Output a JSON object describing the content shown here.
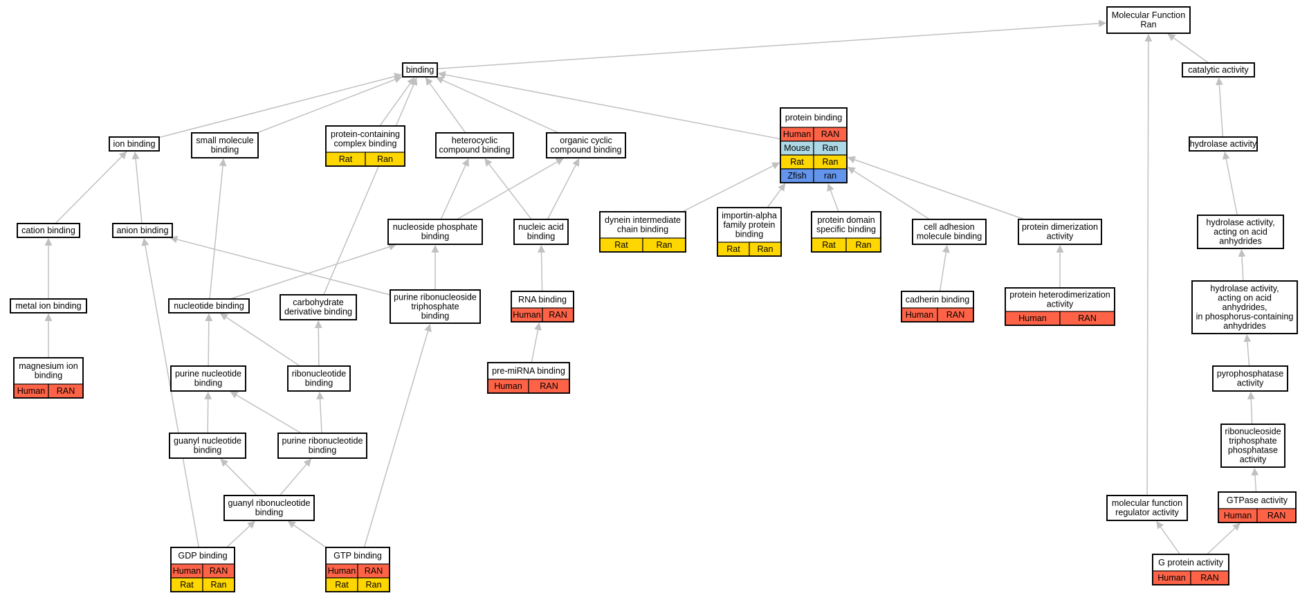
{
  "colors": {
    "Human": "#ff6347",
    "Rat": "#ffd700",
    "Mouse": "#add8e6",
    "Zfish": "#6495ed",
    "edge": "#c0c0c0"
  },
  "nodes": [
    {
      "id": "mf",
      "lines": [
        "Molecular Function",
        "Ran"
      ],
      "annot": []
    },
    {
      "id": "binding",
      "lines": [
        "binding"
      ],
      "annot": []
    },
    {
      "id": "catalytic",
      "lines": [
        "catalytic activity"
      ],
      "annot": []
    },
    {
      "id": "protein_binding",
      "lines": [
        "protein binding"
      ],
      "annot": [
        [
          "Human",
          "RAN"
        ],
        [
          "Mouse",
          "Ran"
        ],
        [
          "Rat",
          "Ran"
        ],
        [
          "Zfish",
          "ran"
        ]
      ]
    },
    {
      "id": "ion_binding",
      "lines": [
        "ion binding"
      ],
      "annot": []
    },
    {
      "id": "small_molecule",
      "lines": [
        "small molecule",
        "binding"
      ],
      "annot": []
    },
    {
      "id": "protein_complex",
      "lines": [
        "protein-containing",
        "complex binding"
      ],
      "annot": [
        [
          "Rat",
          "Ran"
        ]
      ]
    },
    {
      "id": "heterocyclic",
      "lines": [
        "heterocyclic",
        "compound binding"
      ],
      "annot": []
    },
    {
      "id": "organic_cyclic",
      "lines": [
        "organic cyclic",
        "compound binding"
      ],
      "annot": []
    },
    {
      "id": "hydrolase",
      "lines": [
        "hydrolase activity"
      ],
      "annot": []
    },
    {
      "id": "cation",
      "lines": [
        "cation binding"
      ],
      "annot": []
    },
    {
      "id": "anion",
      "lines": [
        "anion binding"
      ],
      "annot": []
    },
    {
      "id": "nucleoside_phosphate",
      "lines": [
        "nucleoside phosphate",
        "binding"
      ],
      "annot": []
    },
    {
      "id": "nucleic_acid",
      "lines": [
        "nucleic acid",
        "binding"
      ],
      "annot": []
    },
    {
      "id": "dynein",
      "lines": [
        "dynein intermediate",
        "chain binding"
      ],
      "annot": [
        [
          "Rat",
          "Ran"
        ]
      ]
    },
    {
      "id": "importin",
      "lines": [
        "importin-alpha",
        "family protein",
        "binding"
      ],
      "annot": [
        [
          "Rat",
          "Ran"
        ]
      ]
    },
    {
      "id": "protein_domain",
      "lines": [
        "protein domain",
        "specific binding"
      ],
      "annot": [
        [
          "Rat",
          "Ran"
        ]
      ]
    },
    {
      "id": "cell_adhesion",
      "lines": [
        "cell adhesion",
        "molecule binding"
      ],
      "annot": []
    },
    {
      "id": "protein_dimerization",
      "lines": [
        "protein dimerization",
        "activity"
      ],
      "annot": []
    },
    {
      "id": "hydrolase_anhydrides",
      "lines": [
        "hydrolase activity,",
        "acting on acid",
        "anhydrides"
      ],
      "annot": []
    },
    {
      "id": "metal_ion",
      "lines": [
        "metal ion binding"
      ],
      "annot": []
    },
    {
      "id": "nucleotide",
      "lines": [
        "nucleotide binding"
      ],
      "annot": []
    },
    {
      "id": "carbohydrate",
      "lines": [
        "carbohydrate",
        "derivative binding"
      ],
      "annot": []
    },
    {
      "id": "purine_ribo_tp",
      "lines": [
        "purine ribonucleoside",
        "triphosphate",
        "binding"
      ],
      "annot": []
    },
    {
      "id": "rna",
      "lines": [
        "RNA binding"
      ],
      "annot": [
        [
          "Human",
          "RAN"
        ]
      ]
    },
    {
      "id": "cadherin",
      "lines": [
        "cadherin binding"
      ],
      "annot": [
        [
          "Human",
          "RAN"
        ]
      ]
    },
    {
      "id": "heterodimerization",
      "lines": [
        "protein heterodimerization",
        "activity"
      ],
      "annot": [
        [
          "Human",
          "RAN"
        ]
      ]
    },
    {
      "id": "hydrolase_phosphorus",
      "lines": [
        "hydrolase activity,",
        "acting on acid",
        "anhydrides,",
        "in phosphorus-containing",
        "anhydrides"
      ],
      "annot": []
    },
    {
      "id": "magnesium",
      "lines": [
        "magnesium ion",
        "binding"
      ],
      "annot": [
        [
          "Human",
          "RAN"
        ]
      ]
    },
    {
      "id": "purine_nucleotide",
      "lines": [
        "purine nucleotide",
        "binding"
      ],
      "annot": []
    },
    {
      "id": "ribonucleotide",
      "lines": [
        "ribonucleotide",
        "binding"
      ],
      "annot": []
    },
    {
      "id": "pre_mirna",
      "lines": [
        "pre-miRNA binding"
      ],
      "annot": [
        [
          "Human",
          "RAN"
        ]
      ]
    },
    {
      "id": "pyrophosphatase",
      "lines": [
        "pyrophosphatase",
        "activity"
      ],
      "annot": []
    },
    {
      "id": "guanyl_nucleotide",
      "lines": [
        "guanyl nucleotide",
        "binding"
      ],
      "annot": []
    },
    {
      "id": "purine_ribonucleotide",
      "lines": [
        "purine ribonucleotide",
        "binding"
      ],
      "annot": []
    },
    {
      "id": "ribo_tp_phosphatase",
      "lines": [
        "ribonucleoside",
        "triphosphate",
        "phosphatase",
        "activity"
      ],
      "annot": []
    },
    {
      "id": "guanyl_ribonucleotide",
      "lines": [
        "guanyl ribonucleotide",
        "binding"
      ],
      "annot": []
    },
    {
      "id": "mf_regulator",
      "lines": [
        "molecular function",
        "regulator activity"
      ],
      "annot": []
    },
    {
      "id": "gtpase",
      "lines": [
        "GTPase activity"
      ],
      "annot": [
        [
          "Human",
          "RAN"
        ]
      ]
    },
    {
      "id": "gdp",
      "lines": [
        "GDP binding"
      ],
      "annot": [
        [
          "Human",
          "RAN"
        ],
        [
          "Rat",
          "Ran"
        ]
      ]
    },
    {
      "id": "gtp",
      "lines": [
        "GTP binding"
      ],
      "annot": [
        [
          "Human",
          "RAN"
        ],
        [
          "Rat",
          "Ran"
        ]
      ]
    },
    {
      "id": "g_protein",
      "lines": [
        "G protein activity"
      ],
      "annot": [
        [
          "Human",
          "RAN"
        ]
      ]
    }
  ],
  "edges": [
    [
      "binding",
      "mf"
    ],
    [
      "catalytic",
      "mf"
    ],
    [
      "mf_regulator",
      "mf"
    ],
    [
      "protein_binding",
      "binding"
    ],
    [
      "ion_binding",
      "binding"
    ],
    [
      "small_molecule",
      "binding"
    ],
    [
      "protein_complex",
      "binding"
    ],
    [
      "heterocyclic",
      "binding"
    ],
    [
      "organic_cyclic",
      "binding"
    ],
    [
      "carbohydrate",
      "binding"
    ],
    [
      "hydrolase",
      "catalytic"
    ],
    [
      "hydrolase_anhydrides",
      "hydrolase"
    ],
    [
      "hydrolase_phosphorus",
      "hydrolase_anhydrides"
    ],
    [
      "pyrophosphatase",
      "hydrolase_phosphorus"
    ],
    [
      "ribo_tp_phosphatase",
      "pyrophosphatase"
    ],
    [
      "gtpase",
      "ribo_tp_phosphatase"
    ],
    [
      "g_protein",
      "gtpase"
    ],
    [
      "g_protein",
      "mf_regulator"
    ],
    [
      "cation",
      "ion_binding"
    ],
    [
      "anion",
      "ion_binding"
    ],
    [
      "metal_ion",
      "cation"
    ],
    [
      "magnesium",
      "metal_ion"
    ],
    [
      "nucleoside_phosphate",
      "heterocyclic"
    ],
    [
      "nucleoside_phosphate",
      "organic_cyclic"
    ],
    [
      "nucleic_acid",
      "heterocyclic"
    ],
    [
      "nucleic_acid",
      "organic_cyclic"
    ],
    [
      "nucleotide",
      "small_molecule"
    ],
    [
      "nucleotide",
      "nucleoside_phosphate"
    ],
    [
      "purine_ribo_tp",
      "nucleoside_phosphate"
    ],
    [
      "purine_ribo_tp",
      "anion"
    ],
    [
      "rna",
      "nucleic_acid"
    ],
    [
      "pre_mirna",
      "rna"
    ],
    [
      "dynein",
      "protein_binding"
    ],
    [
      "importin",
      "protein_binding"
    ],
    [
      "protein_domain",
      "protein_binding"
    ],
    [
      "cell_adhesion",
      "protein_binding"
    ],
    [
      "protein_dimerization",
      "protein_binding"
    ],
    [
      "cadherin",
      "cell_adhesion"
    ],
    [
      "heterodimerization",
      "protein_dimerization"
    ],
    [
      "purine_nucleotide",
      "nucleotide"
    ],
    [
      "ribonucleotide",
      "nucleotide"
    ],
    [
      "ribonucleotide",
      "carbohydrate"
    ],
    [
      "guanyl_nucleotide",
      "purine_nucleotide"
    ],
    [
      "purine_ribonucleotide",
      "purine_nucleotide"
    ],
    [
      "purine_ribonucleotide",
      "ribonucleotide"
    ],
    [
      "guanyl_ribonucleotide",
      "guanyl_nucleotide"
    ],
    [
      "guanyl_ribonucleotide",
      "purine_ribonucleotide"
    ],
    [
      "gdp",
      "guanyl_ribonucleotide"
    ],
    [
      "gdp",
      "anion"
    ],
    [
      "gtp",
      "guanyl_ribonucleotide"
    ],
    [
      "gtp",
      "purine_ribo_tp"
    ]
  ]
}
